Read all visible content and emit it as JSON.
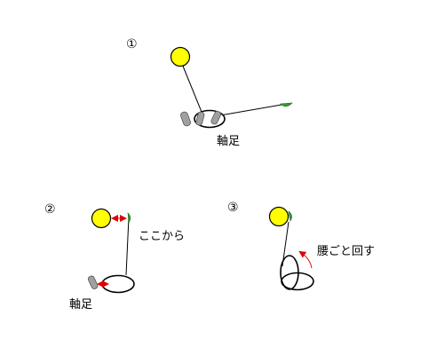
{
  "panels": [
    {
      "number": "①",
      "labels": [
        "軸足"
      ]
    },
    {
      "number": "②",
      "labels": [
        "ここから",
        "軸足"
      ]
    },
    {
      "number": "③",
      "labels": [
        "腰ごと回す"
      ]
    }
  ],
  "colors": {
    "ball": "#ffff00",
    "foot": "#a0a0a0",
    "hand": "#2e9e2e",
    "arrow": "#e00000",
    "line": "#000000"
  }
}
